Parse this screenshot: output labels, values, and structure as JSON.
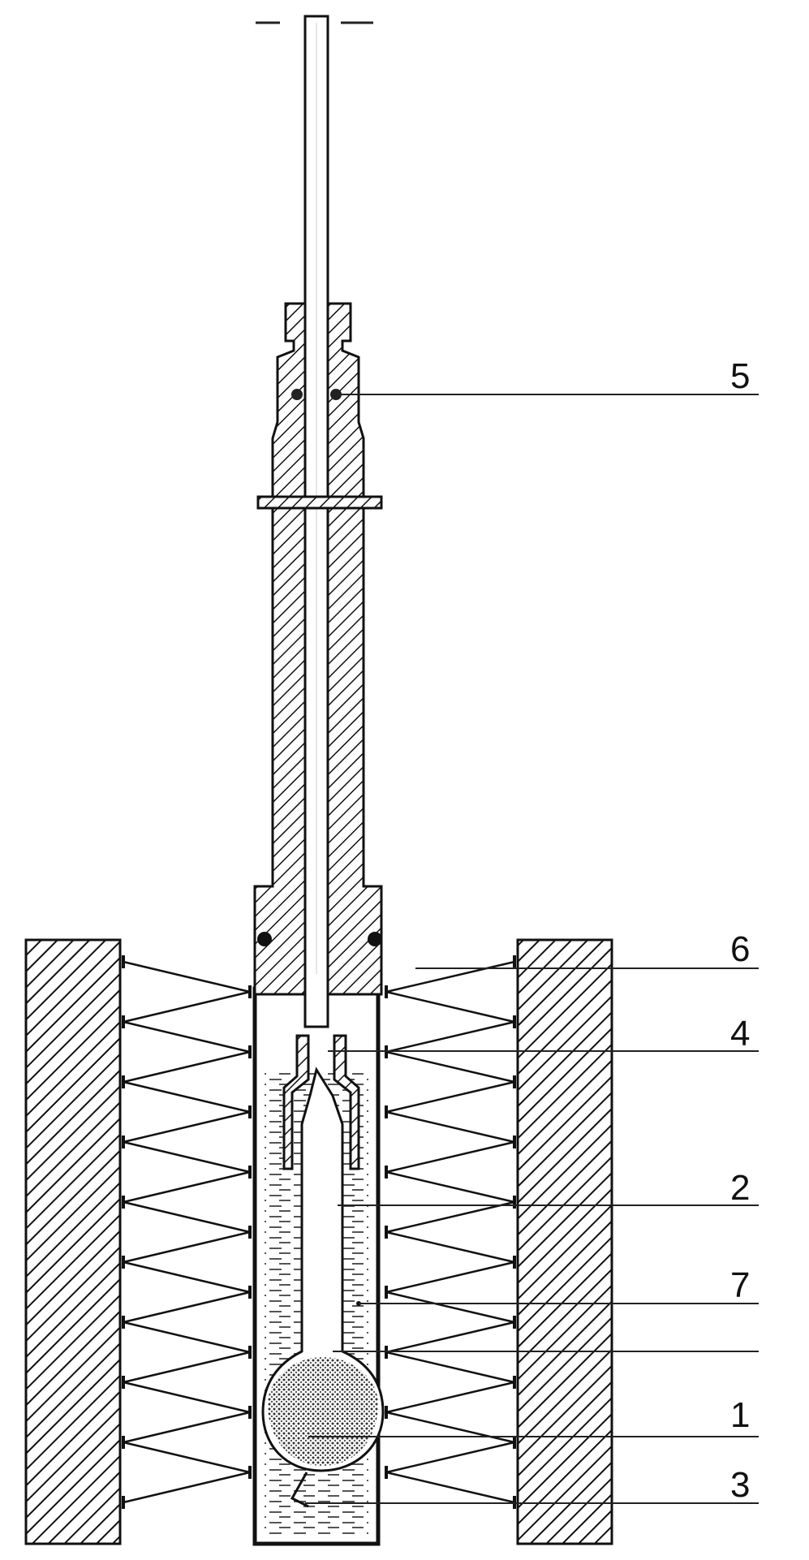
{
  "diagram": {
    "labels": [
      {
        "id": "5",
        "text": "5"
      },
      {
        "id": "6",
        "text": "6"
      },
      {
        "id": "4",
        "text": "4"
      },
      {
        "id": "2",
        "text": "2"
      },
      {
        "id": "7",
        "text": "7"
      },
      {
        "id": "1",
        "text": "1"
      },
      {
        "id": "3",
        "text": "3"
      }
    ]
  }
}
